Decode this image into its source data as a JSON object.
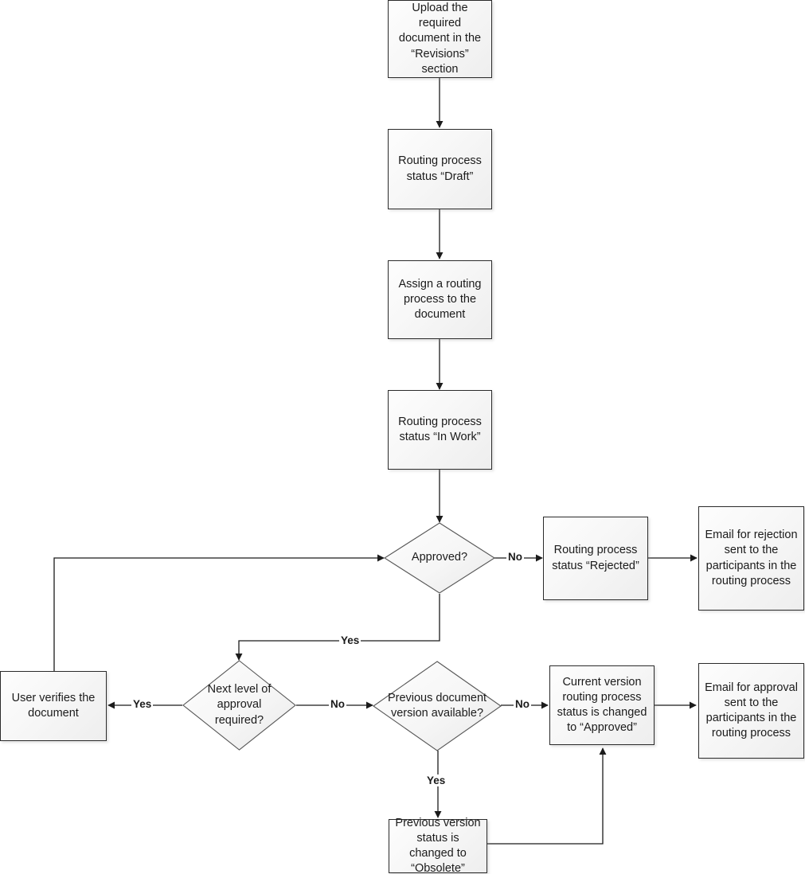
{
  "diagram": {
    "title": "Document routing and approval process flowchart",
    "colors": {
      "node_border": "#2b2b2b",
      "node_fill_light": "#fdfdfd",
      "node_fill_dark": "#eeeeee",
      "edge_stroke": "#1b1b1b",
      "text": "#1b1b1b",
      "background": "#ffffff"
    },
    "nodes": [
      {
        "id": "upload",
        "type": "process",
        "label": "Upload the required document in the “Revisions” section"
      },
      {
        "id": "draft",
        "type": "process",
        "label": "Routing process status “Draft”"
      },
      {
        "id": "assign",
        "type": "process",
        "label": "Assign a routing process to the document"
      },
      {
        "id": "inwork",
        "type": "process",
        "label": "Routing process status “In Work”"
      },
      {
        "id": "approved_q",
        "type": "decision",
        "label": "Approved?"
      },
      {
        "id": "rejected",
        "type": "process",
        "label": "Routing process status “Rejected”"
      },
      {
        "id": "email_reject",
        "type": "process",
        "label": "Email for rejection sent to the participants in the routing process"
      },
      {
        "id": "verify",
        "type": "process",
        "label": "User verifies the document"
      },
      {
        "id": "nextlevel_q",
        "type": "decision",
        "label": "Next level of approval required?"
      },
      {
        "id": "prevver_q",
        "type": "decision",
        "label": "Previous document version available?"
      },
      {
        "id": "approve_cur",
        "type": "process",
        "label": "Current version routing process status is changed to “Approved”"
      },
      {
        "id": "email_approve",
        "type": "process",
        "label": "Email for approval sent to the participants in the routing process"
      },
      {
        "id": "obsolete",
        "type": "process",
        "label": "Previous version status is changed to “Obsolete”"
      }
    ],
    "edges": [
      {
        "id": "e1",
        "from": "upload",
        "to": "draft",
        "label": ""
      },
      {
        "id": "e2",
        "from": "draft",
        "to": "assign",
        "label": ""
      },
      {
        "id": "e3",
        "from": "assign",
        "to": "inwork",
        "label": ""
      },
      {
        "id": "e4",
        "from": "inwork",
        "to": "approved_q",
        "label": ""
      },
      {
        "id": "e5",
        "from": "approved_q",
        "to": "rejected",
        "label": "No"
      },
      {
        "id": "e6",
        "from": "rejected",
        "to": "email_reject",
        "label": ""
      },
      {
        "id": "e7",
        "from": "approved_q",
        "to": "nextlevel_q",
        "label": "Yes"
      },
      {
        "id": "e8",
        "from": "nextlevel_q",
        "to": "verify",
        "label": "Yes"
      },
      {
        "id": "e9",
        "from": "verify",
        "to": "approved_q",
        "label": ""
      },
      {
        "id": "e10",
        "from": "nextlevel_q",
        "to": "prevver_q",
        "label": "No"
      },
      {
        "id": "e11",
        "from": "prevver_q",
        "to": "approve_cur",
        "label": "No"
      },
      {
        "id": "e12",
        "from": "prevver_q",
        "to": "obsolete",
        "label": "Yes"
      },
      {
        "id": "e13",
        "from": "obsolete",
        "to": "approve_cur",
        "label": ""
      },
      {
        "id": "e14",
        "from": "approve_cur",
        "to": "email_approve",
        "label": ""
      }
    ],
    "edge_labels": {
      "approved_no": "No",
      "approved_yes": "Yes",
      "nextlevel_yes": "Yes",
      "nextlevel_no": "No",
      "prevver_no": "No",
      "prevver_yes": "Yes"
    }
  }
}
